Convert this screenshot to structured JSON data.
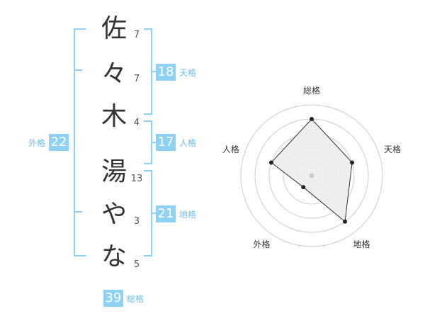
{
  "name_characters": [
    {
      "char": "佐",
      "strokes": "7"
    },
    {
      "char": "々",
      "strokes": "7"
    },
    {
      "char": "木",
      "strokes": "4"
    },
    {
      "char": "湯",
      "strokes": "13"
    },
    {
      "char": "や",
      "strokes": "3"
    },
    {
      "char": "な",
      "strokes": "5"
    }
  ],
  "fortunes": {
    "tenkaku": {
      "value": "18",
      "label": "天格"
    },
    "jinkaku": {
      "value": "17",
      "label": "人格"
    },
    "chikaku": {
      "value": "21",
      "label": "地格"
    },
    "gaikaku": {
      "value": "22",
      "label": "外格"
    },
    "soukaku": {
      "value": "39",
      "label": "総格"
    }
  },
  "radar": {
    "axes": [
      "総格",
      "天格",
      "地格",
      "外格",
      "人格"
    ],
    "levels": [
      4,
      3,
      4,
      1,
      3
    ],
    "max_level": 5,
    "colors": {
      "fill": "#ececec",
      "line": "#333333",
      "grid": "#cccccc",
      "point": "#222222",
      "center": "#cccccc"
    }
  }
}
